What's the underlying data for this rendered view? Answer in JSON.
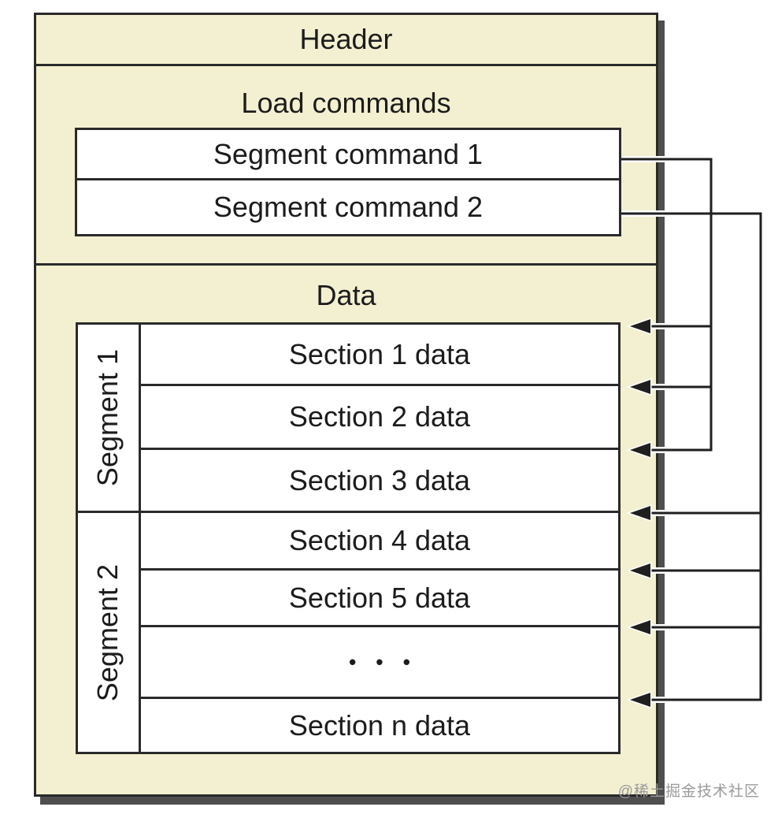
{
  "header": {
    "label": "Header"
  },
  "load_commands": {
    "label": "Load commands",
    "commands": [
      {
        "label": "Segment command 1"
      },
      {
        "label": "Segment command 2"
      }
    ]
  },
  "data_region": {
    "label": "Data",
    "segments": [
      {
        "label": "Segment 1",
        "sections": [
          {
            "label": "Section 1 data"
          },
          {
            "label": "Section 2 data"
          },
          {
            "label": "Section 3 data"
          }
        ]
      },
      {
        "label": "Segment 2",
        "sections": [
          {
            "label": "Section 4 data"
          },
          {
            "label": "Section 5 data"
          },
          {
            "label": "• • •"
          },
          {
            "label": "Section n data"
          }
        ]
      }
    ]
  },
  "connections": [
    {
      "from": "Segment command 1",
      "to": [
        "Section 1 data",
        "Section 2 data",
        "Section 3 data"
      ]
    },
    {
      "from": "Segment command 2",
      "to": [
        "Section 4 data",
        "Section 5 data",
        "• • •",
        "Section n data"
      ]
    }
  ],
  "watermark": "@稀土掘金技术社区",
  "colors": {
    "box_fill": "#f2f0d1",
    "row_fill": "#ffffff",
    "border": "#2a2a2a",
    "shadow": "#4f4f50",
    "connector": "#1f1f1f",
    "watermark_color": "#9a9a9a"
  }
}
